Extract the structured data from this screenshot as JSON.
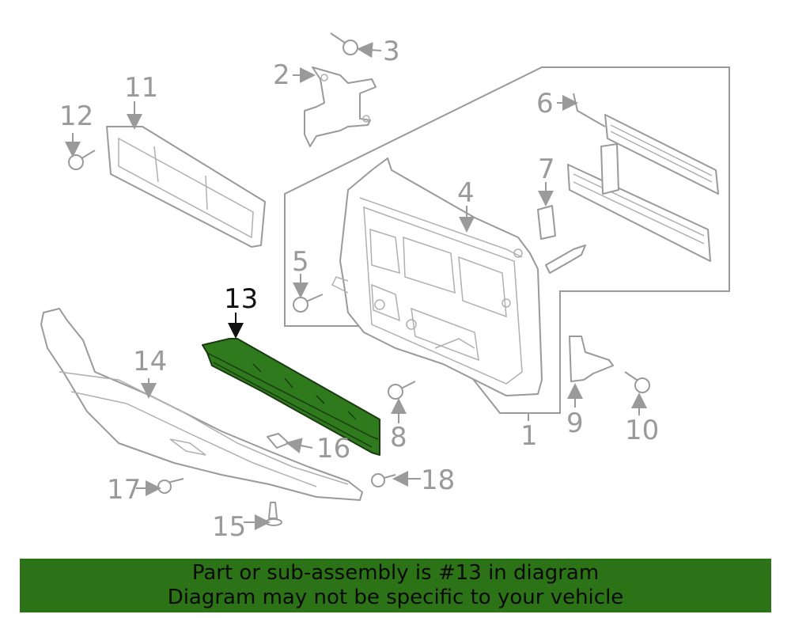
{
  "callouts": {
    "n1": "1",
    "n2": "2",
    "n3": "3",
    "n4": "4",
    "n5": "5",
    "n6": "6",
    "n7": "7",
    "n8": "8",
    "n9": "9",
    "n10": "10",
    "n11": "11",
    "n12": "12",
    "n13": "13",
    "n14": "14",
    "n15": "15",
    "n16": "16",
    "n17": "17",
    "n18": "18"
  },
  "highlight_color": "#2f7a1c",
  "banner": {
    "line1": "Part or sub-assembly is #13 in diagram",
    "line2": "Diagram may not be specific to your vehicle",
    "background": "#2b7316"
  }
}
